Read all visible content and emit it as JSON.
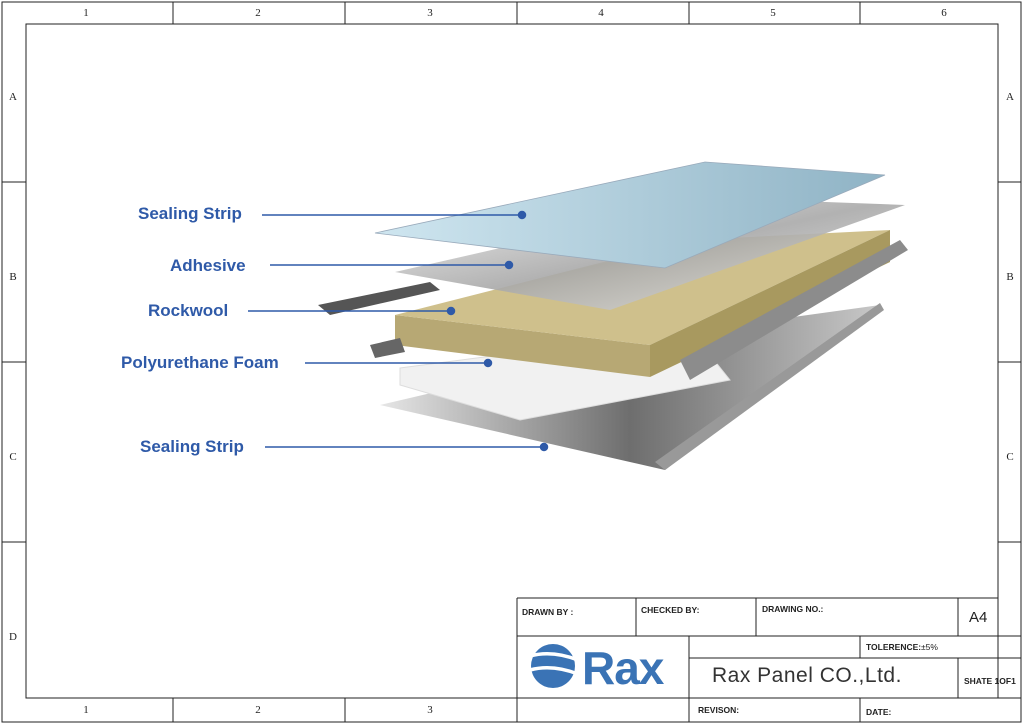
{
  "frame": {
    "columns": [
      "1",
      "2",
      "3",
      "4",
      "5",
      "6"
    ],
    "bottom_columns": [
      "1",
      "2",
      "3"
    ],
    "rows": [
      "A",
      "B",
      "C",
      "D"
    ]
  },
  "callouts": [
    {
      "label": "Sealing Strip"
    },
    {
      "label": "Adhesive"
    },
    {
      "label": "Rockwool"
    },
    {
      "label": "Polyurethane Foam"
    },
    {
      "label": "Sealing Strip"
    }
  ],
  "title_block": {
    "drawn_by": "DRAWN BY :",
    "checked_by": "CHECKED BY:",
    "drawing_no": "DRAWING NO.:",
    "paper_size": "A4",
    "tolerance_label": "TOLERENCE:",
    "tolerance_value": "±5%",
    "company": "Rax Panel CO.,Ltd.",
    "sheet": "SHATE 1OF1",
    "revision": "REVISON:",
    "date": "DATE:",
    "logo_text": "Rax"
  },
  "colors": {
    "accent": "#2f5aa8",
    "logo": "#3a73b5"
  }
}
